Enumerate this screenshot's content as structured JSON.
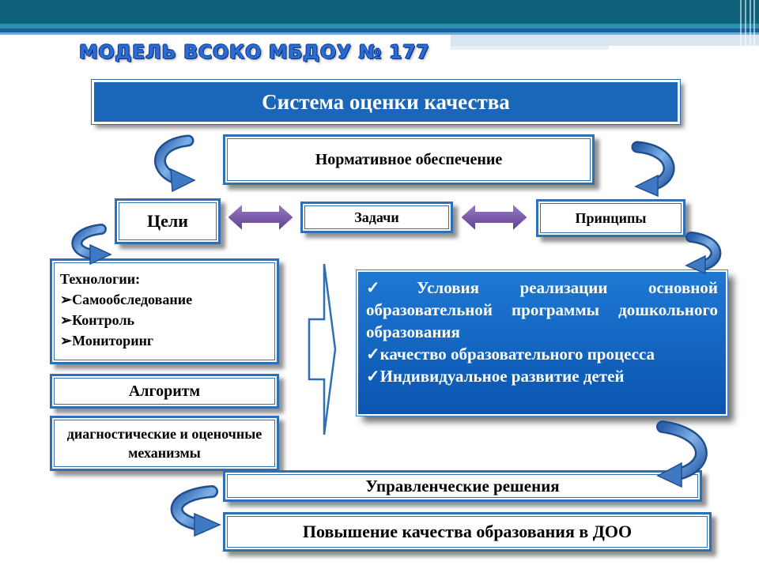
{
  "slide_title": "МОДЕЛЬ ВСОКО МБДОУ № 177",
  "system": "Система оценки качества",
  "normative": "Нормативное  обеспечение",
  "goals": "Цели",
  "tasks": "Задачи",
  "principles": "Принципы",
  "technologies": {
    "heading": "Технологии:",
    "items": [
      "➢Самообследование",
      "➢Контроль",
      "➢Мониторинг"
    ]
  },
  "algorithm": "Алгоритм",
  "mechanisms": "диагностические и оценочные механизмы",
  "quality_items": [
    "✓Условия реализации основной образовательной программы дошкольного образования",
    "✓качество образовательного процесса",
    "✓Индивидуальное развитие детей"
  ],
  "management": "Управленческие решения",
  "improvement": "Повышение  качества образования в ДОО",
  "colors": {
    "accent_blue": "#1a66b8",
    "teal_bar": "#0e5f78",
    "arrow_purple": "#7a5aa8"
  }
}
